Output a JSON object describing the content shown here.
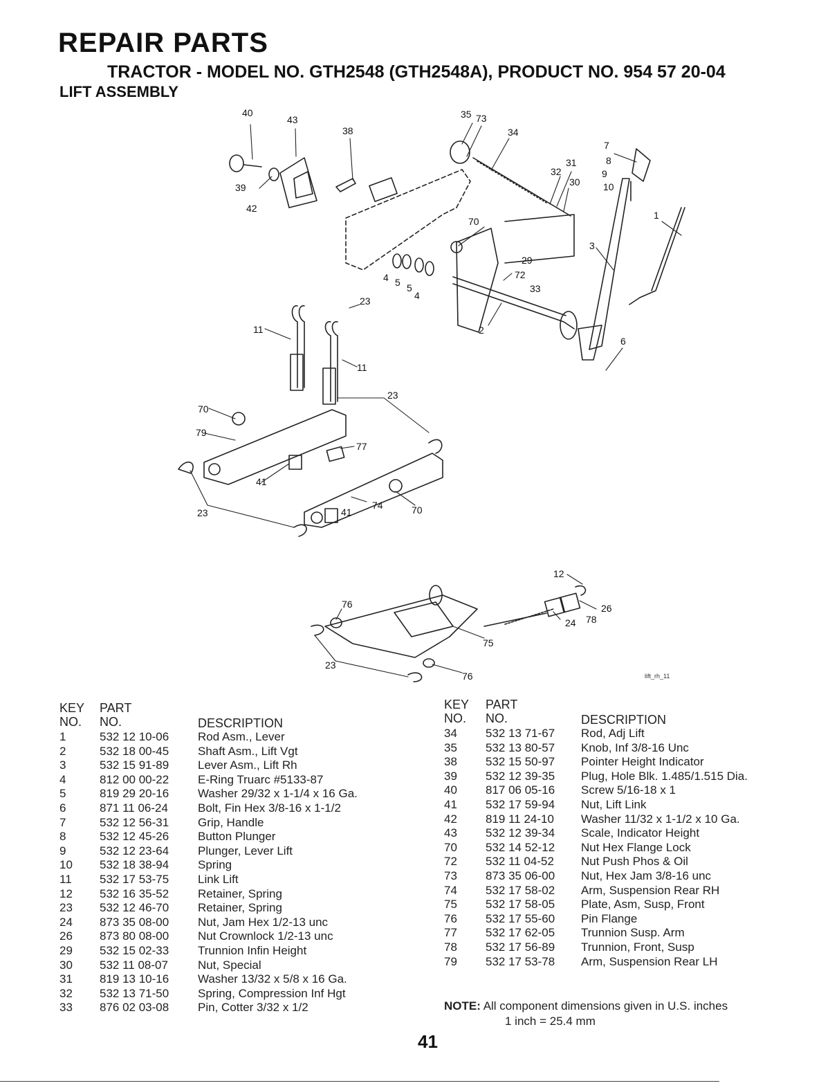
{
  "header": {
    "title": "REPAIR PARTS",
    "subtitle": "TRACTOR - MODEL NO. GTH2548 (GTH2548A), PRODUCT NO. 954 57 20-04",
    "section": "LIFT ASSEMBLY"
  },
  "diagram": {
    "callouts_upper": [
      "40",
      "43",
      "38",
      "35",
      "73",
      "34",
      "7",
      "8",
      "9",
      "10",
      "31",
      "32",
      "30",
      "39",
      "42",
      "70",
      "1",
      "3",
      "29",
      "72",
      "33",
      "4",
      "5",
      "5",
      "4",
      "23",
      "2",
      "6",
      "11",
      "11",
      "23",
      "70",
      "79",
      "77",
      "41",
      "41",
      "74",
      "70",
      "23"
    ],
    "callouts_lower": [
      "12",
      "26",
      "78",
      "24",
      "76",
      "75",
      "23",
      "76"
    ],
    "file_ref": "lift_rh_11"
  },
  "table_headers": {
    "key": "KEY",
    "key_no": "NO.",
    "part": "PART",
    "part_no": "NO.",
    "description": "DESCRIPTION"
  },
  "parts_left": [
    {
      "key": "1",
      "part": "532 12 10-06",
      "desc": "Rod Asm., Lever"
    },
    {
      "key": "2",
      "part": "532 18 00-45",
      "desc": "Shaft Asm., Lift Vgt"
    },
    {
      "key": "3",
      "part": "532 15 91-89",
      "desc": "Lever Asm., Lift Rh"
    },
    {
      "key": "4",
      "part": "812 00 00-22",
      "desc": "E-Ring Truarc #5133-87"
    },
    {
      "key": "5",
      "part": "819 29 20-16",
      "desc": "Washer 29/32 x 1-1/4 x 16 Ga."
    },
    {
      "key": "6",
      "part": "871 11 06-24",
      "desc": "Bolt, Fin Hex 3/8-16 x 1-1/2"
    },
    {
      "key": "7",
      "part": "532 12 56-31",
      "desc": "Grip, Handle"
    },
    {
      "key": "8",
      "part": "532 12 45-26",
      "desc": "Button Plunger"
    },
    {
      "key": "9",
      "part": "532 12 23-64",
      "desc": "Plunger, Lever Lift"
    },
    {
      "key": "10",
      "part": "532 18 38-94",
      "desc": "Spring"
    },
    {
      "key": "11",
      "part": "532 17 53-75",
      "desc": "Link Lift"
    },
    {
      "key": "12",
      "part": "532 16 35-52",
      "desc": "Retainer, Spring"
    },
    {
      "key": "23",
      "part": "532 12 46-70",
      "desc": "Retainer, Spring"
    },
    {
      "key": "24",
      "part": "873 35 08-00",
      "desc": "Nut, Jam Hex 1/2-13 unc"
    },
    {
      "key": "26",
      "part": "873 80 08-00",
      "desc": "Nut Crownlock 1/2-13 unc"
    },
    {
      "key": "29",
      "part": "532 15 02-33",
      "desc": "Trunnion Infin Height"
    },
    {
      "key": "30",
      "part": "532 11 08-07",
      "desc": "Nut, Special"
    },
    {
      "key": "31",
      "part": "819 13 10-16",
      "desc": "Washer 13/32 x 5/8 x 16 Ga."
    },
    {
      "key": "32",
      "part": "532 13 71-50",
      "desc": "Spring, Compression Inf Hgt"
    },
    {
      "key": "33",
      "part": "876 02 03-08",
      "desc": "Pin, Cotter 3/32 x 1/2"
    }
  ],
  "parts_right": [
    {
      "key": "34",
      "part": "532 13 71-67",
      "desc": "Rod, Adj Lift"
    },
    {
      "key": "35",
      "part": "532 13 80-57",
      "desc": "Knob, Inf 3/8-16 Unc"
    },
    {
      "key": "38",
      "part": "532 15 50-97",
      "desc": "Pointer Height Indicator"
    },
    {
      "key": "39",
      "part": "532 12 39-35",
      "desc": "Plug, Hole Blk. 1.485/1.515 Dia."
    },
    {
      "key": "40",
      "part": "817 06 05-16",
      "desc": "Screw 5/16-18 x 1"
    },
    {
      "key": "41",
      "part": "532 17 59-94",
      "desc": "Nut, Lift Link"
    },
    {
      "key": "42",
      "part": "819 11 24-10",
      "desc": "Washer 11/32 x 1-1/2 x 10 Ga."
    },
    {
      "key": "43",
      "part": "532 12 39-34",
      "desc": "Scale, Indicator Height"
    },
    {
      "key": "70",
      "part": "532 14 52-12",
      "desc": "Nut Hex Flange Lock"
    },
    {
      "key": "72",
      "part": "532 11 04-52",
      "desc": "Nut Push Phos & Oil"
    },
    {
      "key": "73",
      "part": "873 35 06-00",
      "desc": "Nut, Hex Jam 3/8-16 unc"
    },
    {
      "key": "74",
      "part": "532 17 58-02",
      "desc": "Arm, Suspension Rear RH"
    },
    {
      "key": "75",
      "part": "532 17 58-05",
      "desc": "Plate, Asm, Susp, Front"
    },
    {
      "key": "76",
      "part": "532 17 55-60",
      "desc": "Pin Flange"
    },
    {
      "key": "77",
      "part": "532 17 62-05",
      "desc": "Trunnion Susp. Arm"
    },
    {
      "key": "78",
      "part": "532 17 56-89",
      "desc": "Trunnion, Front, Susp"
    },
    {
      "key": "79",
      "part": "532 17 53-78",
      "desc": "Arm, Suspension Rear LH"
    }
  ],
  "note": {
    "label": "NOTE:",
    "line1": "All component dimensions given in U.S. inches",
    "line2": "1 inch = 25.4 mm"
  },
  "page_number": "41"
}
